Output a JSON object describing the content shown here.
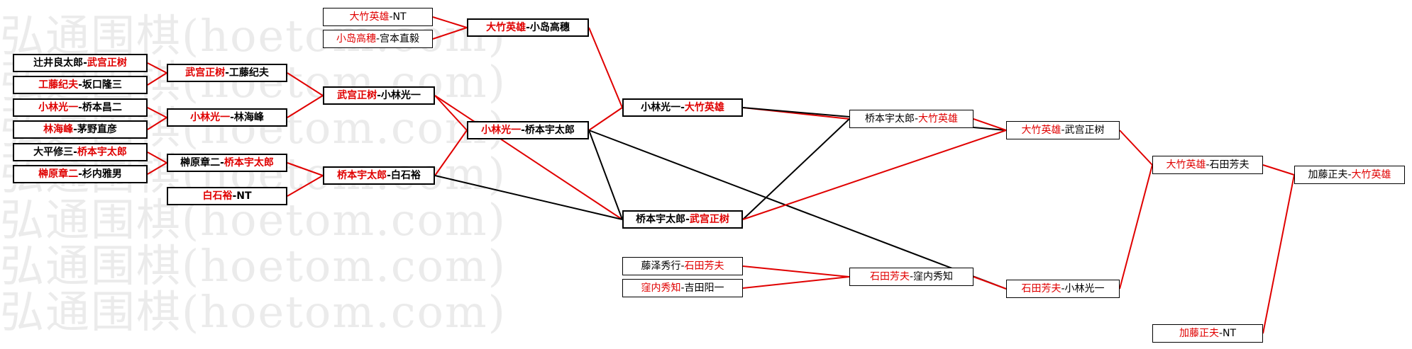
{
  "watermark": "弘通围棋(hoetom.com)",
  "colors": {
    "winner_text": "#e00000",
    "win_line": "#e00000",
    "loss_line": "#000000",
    "border": "#000000"
  },
  "matches": [
    {
      "id": "m1",
      "p1": "辻井良太郎",
      "p2": "武宫正树",
      "winner": 2
    },
    {
      "id": "m2",
      "p1": "工藤纪夫",
      "p2": "坂口隆三",
      "winner": 1
    },
    {
      "id": "m3",
      "p1": "小林光一",
      "p2": "桥本昌二",
      "winner": 1
    },
    {
      "id": "m4",
      "p1": "林海峰",
      "p2": "茅野直彦",
      "winner": 1
    },
    {
      "id": "m5",
      "p1": "大平修三",
      "p2": "桥本宇太郎",
      "winner": 2
    },
    {
      "id": "m6",
      "p1": "榊原章二",
      "p2": "杉内雅男",
      "winner": 1
    },
    {
      "id": "m7",
      "p1": "武宫正树",
      "p2": "工藤纪夫",
      "winner": 1
    },
    {
      "id": "m8",
      "p1": "小林光一",
      "p2": "林海峰",
      "winner": 1
    },
    {
      "id": "m9",
      "p1": "榊原章二",
      "p2": "桥本宇太郎",
      "winner": 2
    },
    {
      "id": "m10",
      "p1": "白石裕",
      "p2": "NT",
      "winner": 1
    },
    {
      "id": "m11",
      "p1": "武宫正树",
      "p2": "小林光一",
      "winner": 1
    },
    {
      "id": "m12",
      "p1": "桥本宇太郎",
      "p2": "白石裕",
      "winner": 1
    },
    {
      "id": "m13",
      "p1": "大竹英雄",
      "p2": "NT",
      "winner": 1
    },
    {
      "id": "m14",
      "p1": "小岛高穗",
      "p2": "宫本直毅",
      "winner": 1
    },
    {
      "id": "m15",
      "p1": "大竹英雄",
      "p2": "小岛高穗",
      "winner": 1
    },
    {
      "id": "m16",
      "p1": "小林光一",
      "p2": "桥本宇太郎",
      "winner": 1
    },
    {
      "id": "m17",
      "p1": "小林光一",
      "p2": "大竹英雄",
      "winner": 2
    },
    {
      "id": "m18",
      "p1": "桥本宇太郎",
      "p2": "武宫正树",
      "winner": 2
    },
    {
      "id": "m19",
      "p1": "藤泽秀行",
      "p2": "石田芳夫",
      "winner": 2
    },
    {
      "id": "m20",
      "p1": "窪内秀知",
      "p2": "吉田阳一",
      "winner": 1
    },
    {
      "id": "m21",
      "p1": "桥本宇太郎",
      "p2": "大竹英雄",
      "winner": 2
    },
    {
      "id": "m22",
      "p1": "石田芳夫",
      "p2": "窪内秀知",
      "winner": 1
    },
    {
      "id": "m23",
      "p1": "大竹英雄",
      "p2": "武宫正树",
      "winner": 1
    },
    {
      "id": "m24",
      "p1": "石田芳夫",
      "p2": "小林光一",
      "winner": 1
    },
    {
      "id": "m25",
      "p1": "大竹英雄",
      "p2": "石田芳夫",
      "winner": 1
    },
    {
      "id": "m26",
      "p1": "加藤正夫",
      "p2": "NT",
      "winner": 1
    },
    {
      "id": "m27",
      "p1": "加藤正夫",
      "p2": "大竹英雄",
      "winner": 2
    }
  ]
}
